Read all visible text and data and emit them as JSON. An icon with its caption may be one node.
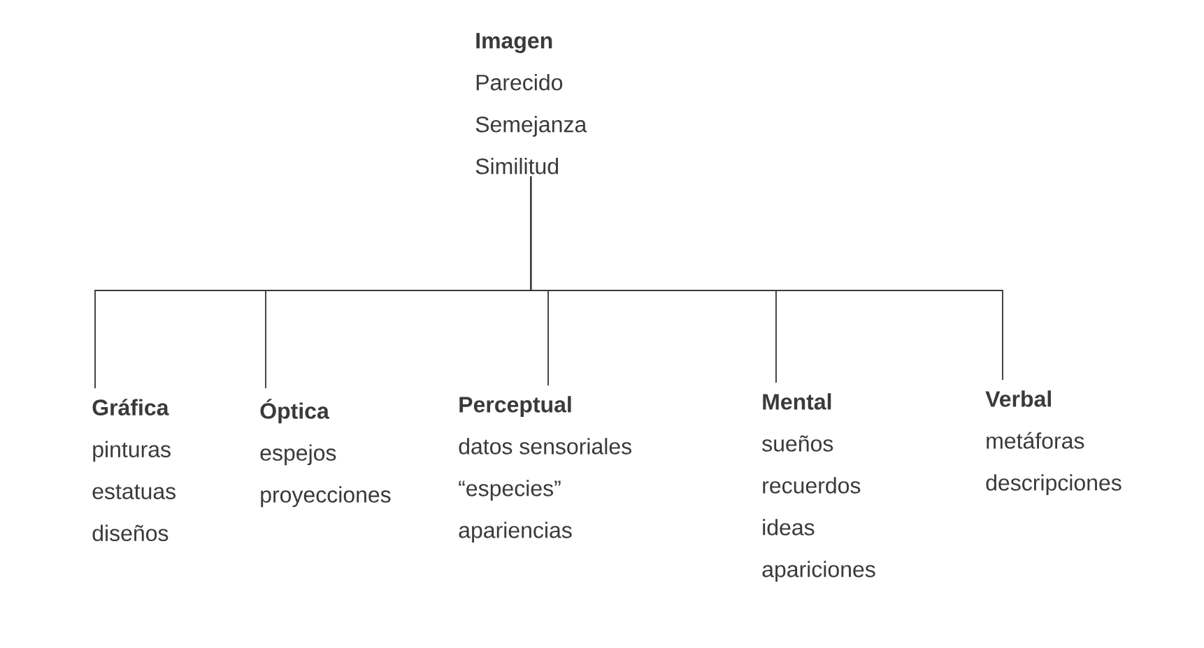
{
  "diagram": {
    "nodes": [
      {
        "text": [
          "Imagen",
          "Parecido",
          "Semejanza",
          "Similitud"
        ]
      },
      {
        "text": [
          "Gráfica",
          "pinturas",
          "estatuas",
          "diseños"
        ]
      },
      {
        "text": [
          "Óptica",
          "espejos",
          "proyecciones"
        ]
      },
      {
        "text": [
          "Perceptual",
          "datos sensoriales",
          "“especies”",
          "apariencias"
        ]
      },
      {
        "text": [
          "Mental",
          "sueños",
          "recuerdos",
          "ideas",
          "apariciones"
        ]
      },
      {
        "text": [
          "Verbal",
          "metáforas",
          "descripciones"
        ]
      }
    ],
    "edges": [
      {
        "from": 0,
        "to": 1,
        "arrow": "none"
      },
      {
        "from": 0,
        "to": 2,
        "arrow": "none"
      },
      {
        "from": 0,
        "to": 3,
        "arrow": "none"
      },
      {
        "from": 0,
        "to": 4,
        "arrow": "none"
      },
      {
        "from": 0,
        "to": 5,
        "arrow": "none"
      }
    ]
  }
}
